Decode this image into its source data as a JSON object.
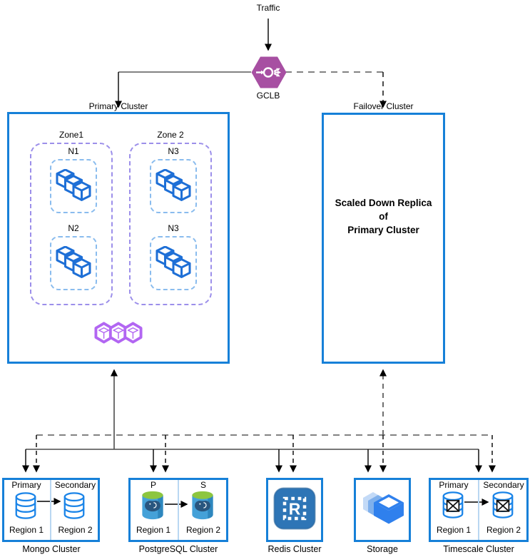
{
  "header": {
    "traffic": "Traffic",
    "gclb": "GCLB"
  },
  "primary": {
    "label": "Primary Cluster",
    "zone1": "Zone1",
    "zone2": "Zone 2",
    "n1": "N1",
    "n2": "N2",
    "n3a": "N3",
    "n3b": "N3"
  },
  "failover": {
    "label": "Failover Cluster",
    "line1": "Scaled Down Replica",
    "line2": "of",
    "line3": "Primary Cluster"
  },
  "mongo": {
    "title": "Mongo Cluster",
    "left_header": "Primary",
    "right_header": "Secondary",
    "left_region": "Region 1",
    "right_region": "Region 2"
  },
  "postgres": {
    "title": "PostgreSQL Cluster",
    "left_header": "P",
    "right_header": "S",
    "left_region": "Region 1",
    "right_region": "Region 2"
  },
  "redis": {
    "title": "Redis Cluster",
    "letter": "R"
  },
  "storage": {
    "title": "Storage"
  },
  "timescale": {
    "title": "Timescale Cluster",
    "left_header": "Primary",
    "right_header": "Secondary",
    "left_region": "Region 1",
    "right_region": "Region 2"
  },
  "icons": {
    "gclb": "load-balancer-hexagon",
    "node": "container-cubes",
    "pods": "pod-hexagon-cubes",
    "mongo": "database-cylinder",
    "postgres": "postgresql-elephant-cylinder",
    "redis": "redis-chip",
    "storage": "storage-layered-boxes",
    "timescale": "database-cylinder-crossed"
  },
  "colors": {
    "cluster_border": "#1680D8",
    "zone_border": "#9C8FEA",
    "node_border": "#8ABCEE",
    "cube_blue": "#1E6FD6",
    "pods_purple": "#B266F2",
    "gclb_purple": "#A74FA2",
    "db_blue": "#1A84E8",
    "redis_blue": "#2E75B6",
    "storage_blue": "#2F80ED",
    "postgres_green": "#8DC63F",
    "postgres_body": "#45A1D8",
    "line_gray": "#595959",
    "divider_blue": "#B9D7F2"
  }
}
